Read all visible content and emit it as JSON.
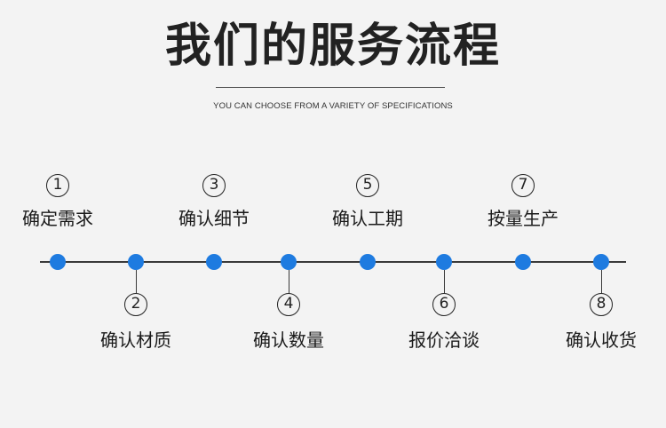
{
  "title": "我们的服务流程",
  "subtitle": "YOU CAN CHOOSE FROM A VARIETY OF SPECIFICATIONS",
  "colors": {
    "dot": "#1e7be0",
    "line": "#3a3a3a",
    "background": "#f3f3f3"
  },
  "steps": [
    {
      "num": "1",
      "label": "确定需求"
    },
    {
      "num": "2",
      "label": "确认材质"
    },
    {
      "num": "3",
      "label": "确认细节"
    },
    {
      "num": "4",
      "label": "确认数量"
    },
    {
      "num": "5",
      "label": "确认工期"
    },
    {
      "num": "6",
      "label": "报价洽谈"
    },
    {
      "num": "7",
      "label": "按量生产"
    },
    {
      "num": "8",
      "label": "确认收货"
    }
  ]
}
